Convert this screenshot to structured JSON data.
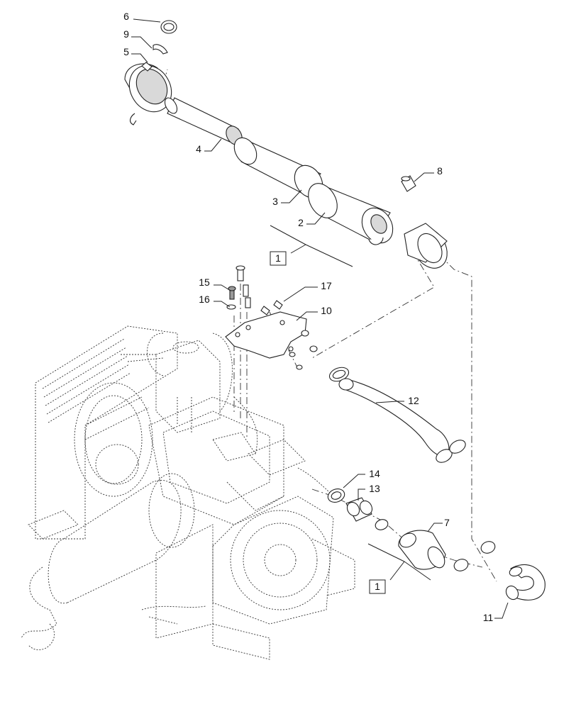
{
  "callouts": {
    "c1": "6",
    "c2": "9",
    "c3": "5",
    "c4": "4",
    "c5": "3",
    "c6": "8",
    "c7": "2",
    "c8": "15",
    "c9": "16",
    "c10": "17",
    "c11": "10",
    "c12": "12",
    "c13": "14",
    "c14": "13",
    "c15": "7",
    "c16": "11"
  },
  "refs": {
    "r1": "1",
    "r2": "1"
  }
}
